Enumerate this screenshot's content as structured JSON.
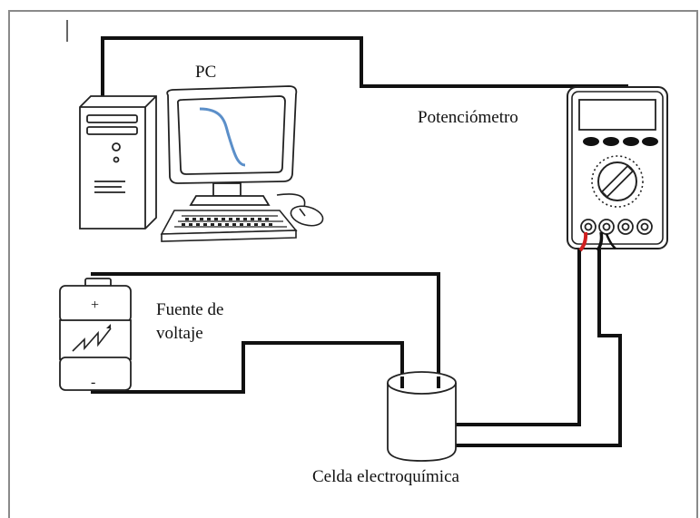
{
  "labels": {
    "pc": "PC",
    "potentiometer": "Potenciómetro",
    "source_line1": "Fuente de",
    "source_line2": "voltaje",
    "cell": "Celda electroquímica",
    "battery_plus": "+",
    "battery_minus": "-"
  },
  "colors": {
    "wire": "#111111",
    "screen_curve": "#5b8fc9",
    "red_lead": "#d02020",
    "frame": "#8a8a8a"
  }
}
